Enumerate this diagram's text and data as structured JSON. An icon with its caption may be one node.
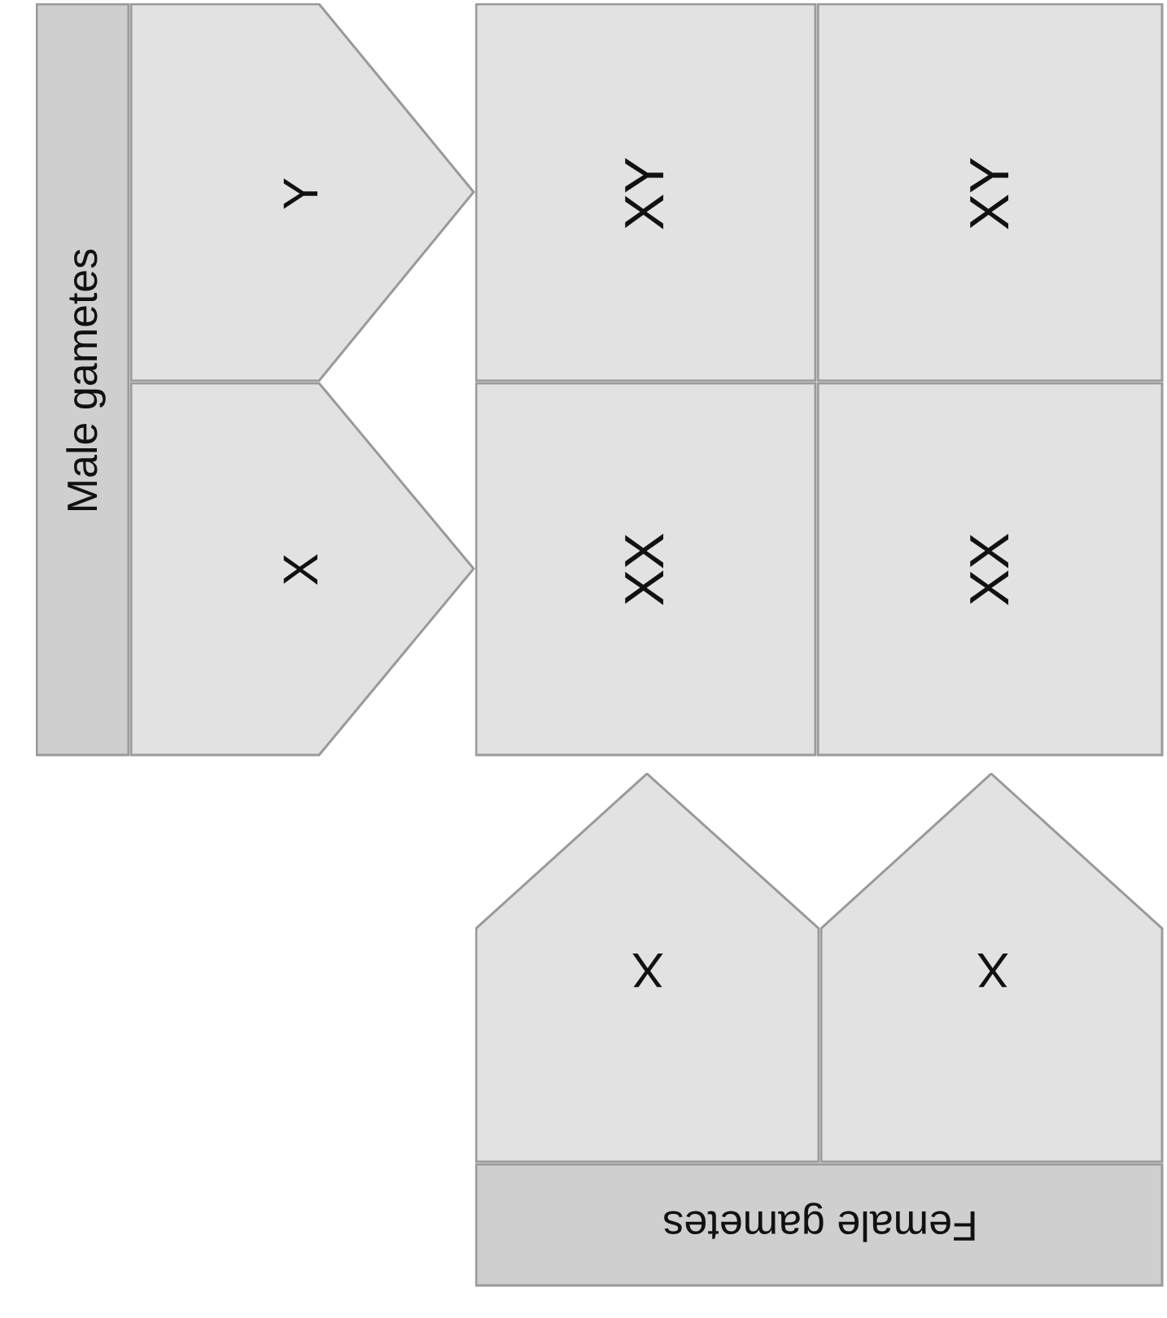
{
  "diagram": {
    "nodes": [
      {
        "text": [
          "Male gametes"
        ]
      },
      {
        "text": [
          "Y"
        ]
      },
      {
        "text": [
          "X"
        ]
      },
      {
        "text": [
          "XY"
        ]
      },
      {
        "text": [
          "XX"
        ]
      },
      {
        "text": [
          "XY"
        ]
      },
      {
        "text": [
          "XX"
        ]
      },
      {
        "text": [
          "X"
        ]
      },
      {
        "text": [
          "X"
        ]
      },
      {
        "text": [
          "Female gametes"
        ]
      }
    ]
  }
}
